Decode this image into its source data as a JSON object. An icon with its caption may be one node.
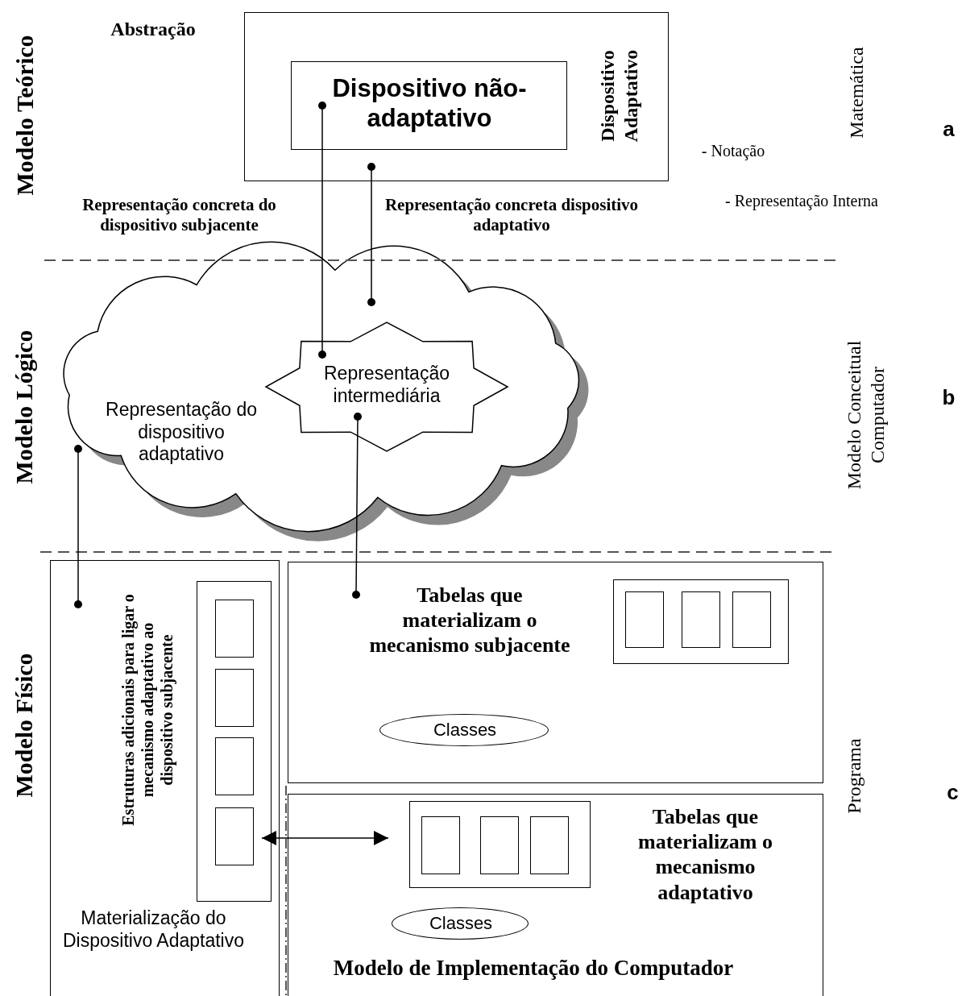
{
  "diagram": {
    "nodes": [
      {
        "text": [
          "Dispositivo Adaptativo"
        ]
      },
      {
        "text": [
          "Dispositivo não-adaptativo"
        ],
        "in": 0
      },
      {
        "text": [
          "Representação do dispositivo adaptativo"
        ]
      },
      {
        "text": [
          "Representação intermediária"
        ],
        "in": 2
      },
      {
        "text": [
          "Estruturas adicionais para ligar o mecanismo adaptativo ao dispositivo subjacente",
          "Materialização do Dispositivo Adaptativo"
        ]
      },
      {
        "text": [],
        "shape": "box",
        "in": 4
      },
      {
        "text": [],
        "shape": "box",
        "in": 5
      },
      {
        "text": [],
        "shape": "box",
        "in": 5
      },
      {
        "text": [],
        "shape": "box",
        "in": 5
      },
      {
        "text": [],
        "shape": "box",
        "in": 5
      },
      {
        "text": [
          "Tabelas que materializam o mecanismo subjacente"
        ]
      },
      {
        "text": [],
        "shape": "box",
        "in": 10
      },
      {
        "text": [],
        "shape": "box",
        "in": 11
      },
      {
        "text": [],
        "shape": "box",
        "in": 11
      },
      {
        "text": [],
        "shape": "box",
        "in": 11
      },
      {
        "text": [
          "Classes"
        ],
        "in": 10
      },
      {
        "text": [
          "Tabelas que materializam o mecanismo adaptativo"
        ]
      },
      {
        "text": [],
        "shape": "box",
        "in": 16
      },
      {
        "text": [],
        "shape": "box",
        "in": 17
      },
      {
        "text": [],
        "shape": "box",
        "in": 17
      },
      {
        "text": [],
        "shape": "box",
        "in": 17
      },
      {
        "text": [
          "Classes"
        ],
        "in": 16
      }
    ],
    "edges": [
      {
        "from": 1,
        "to": 3,
        "arrow": "other"
      },
      {
        "from": 0,
        "to": 2,
        "arrow": "other"
      },
      {
        "from": 3,
        "to": 10,
        "arrow": "other"
      },
      {
        "from": 2,
        "to": 4,
        "arrow": "other"
      },
      {
        "from": 9,
        "to": 17,
        "arrow": "both"
      }
    ],
    "labels": [
      "Modelo Teórico",
      "Abstração",
      "Matemática",
      "a",
      "- Notação",
      "Representação concreta do dispositivo subjacente",
      "Representação concreta dispositivo adaptativo",
      "- Representação Interna",
      "Modelo Lógico",
      "Modelo Conceitual Computador",
      "b",
      "Modelo Físico",
      "Programa",
      "c",
      "Modelo de Implementação do Computador"
    ]
  }
}
